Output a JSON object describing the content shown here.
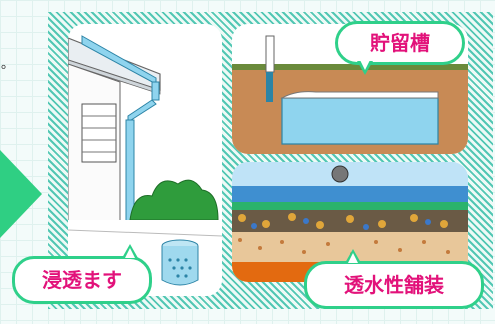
{
  "intro": {
    "trailing_mark": "。"
  },
  "labels": {
    "storage_tank": "貯留槽",
    "infiltration": "浸透ます",
    "permeable_pavement": "透水性舗装"
  },
  "colors": {
    "accent_green": "#2fd08a",
    "label_text": "#e2127a",
    "frame_hatch": "#52c7b4"
  },
  "icons": [
    "right-arrow-icon"
  ]
}
